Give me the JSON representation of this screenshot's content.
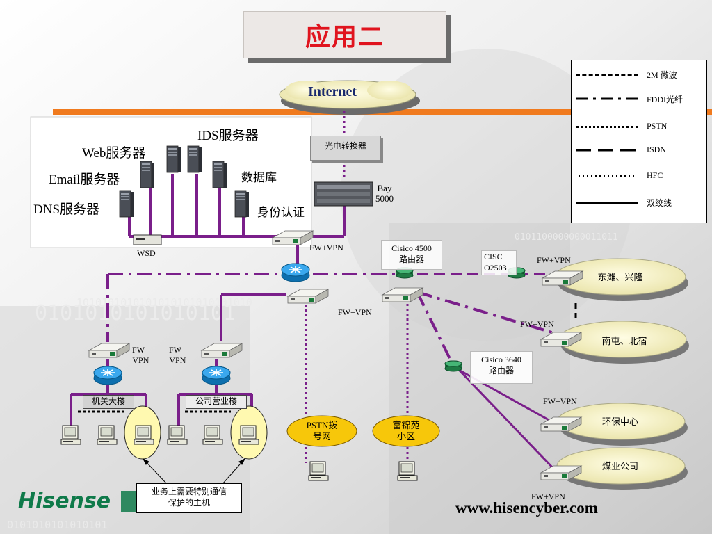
{
  "title": "应用二",
  "internet": "Internet",
  "optical_switch": "光电转换器",
  "bay": {
    "line1": "Bay",
    "line2": "5000"
  },
  "servers": {
    "ids": "IDS服务器",
    "web": "Web服务器",
    "email": "Email服务器",
    "db": "数据库",
    "dns": "DNS服务器",
    "auth": "身份认证",
    "wsd": "WSD"
  },
  "fw_vpn": "FW+VPN",
  "fw_split": {
    "line1": "FW+",
    "line2": "VPN"
  },
  "cisco4500": {
    "line1": "Cisico 4500",
    "line2": "路由器"
  },
  "cisco2503": {
    "line1": "CISC",
    "line2": "O2503"
  },
  "cisco3640": {
    "line1": "Cisico 3640",
    "line2": "路由器"
  },
  "buildings": {
    "gov": "机关大楼",
    "company": "公司营业楼"
  },
  "pstn_net": {
    "line1": "PSTN拨",
    "line2": "号网"
  },
  "fujinyuan": {
    "line1": "富锦苑",
    "line2": "小区"
  },
  "clouds": {
    "dongtan": "东滩、兴隆",
    "nantun": "南屯、北宿",
    "huanbao": "环保中心",
    "meiye": "煤业公司"
  },
  "note": {
    "line1": "业务上需要特别通信",
    "line2": "保护的主机"
  },
  "legend": [
    {
      "label": "2M 微波",
      "style": "dash"
    },
    {
      "label": "FDDI光纤",
      "style": "dashdot"
    },
    {
      "label": "PSTN",
      "style": "dotdense"
    },
    {
      "label": "ISDN",
      "style": "longdash"
    },
    {
      "label": "HFC",
      "style": "dotsparse"
    },
    {
      "label": "双绞线",
      "style": "solid"
    }
  ],
  "logo": "Hisense",
  "url": "www.hisencyber.com"
}
